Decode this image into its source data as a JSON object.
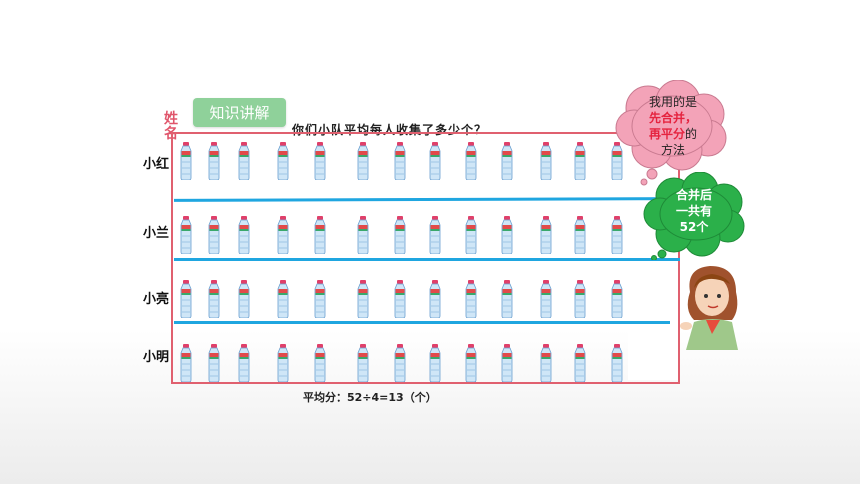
{
  "badge": "知识讲解",
  "name_header": [
    "姓",
    "名"
  ],
  "question": "你们小队平均每人收集了多少个？",
  "rows": [
    {
      "name": "小红",
      "count": 13
    },
    {
      "name": "小兰",
      "count": 13
    },
    {
      "name": "小亮",
      "count": 13
    },
    {
      "name": "小明",
      "count": 13
    }
  ],
  "formula": "平均分：52÷4=13（个）",
  "bubble_pink": {
    "l1": "我用的是",
    "l2": "先合并，",
    "l3a": "再平分",
    "l3b": "的",
    "l4": "方法"
  },
  "bubble_green": {
    "l1": "合并后",
    "l2": "一共有",
    "l3": "52个"
  },
  "colors": {
    "frame": "#e0606f",
    "line": "#1fa6e0",
    "badge": "#8fd19a",
    "pink_cloud": "#f3a3b8",
    "green_cloud": "#2bb04a"
  }
}
